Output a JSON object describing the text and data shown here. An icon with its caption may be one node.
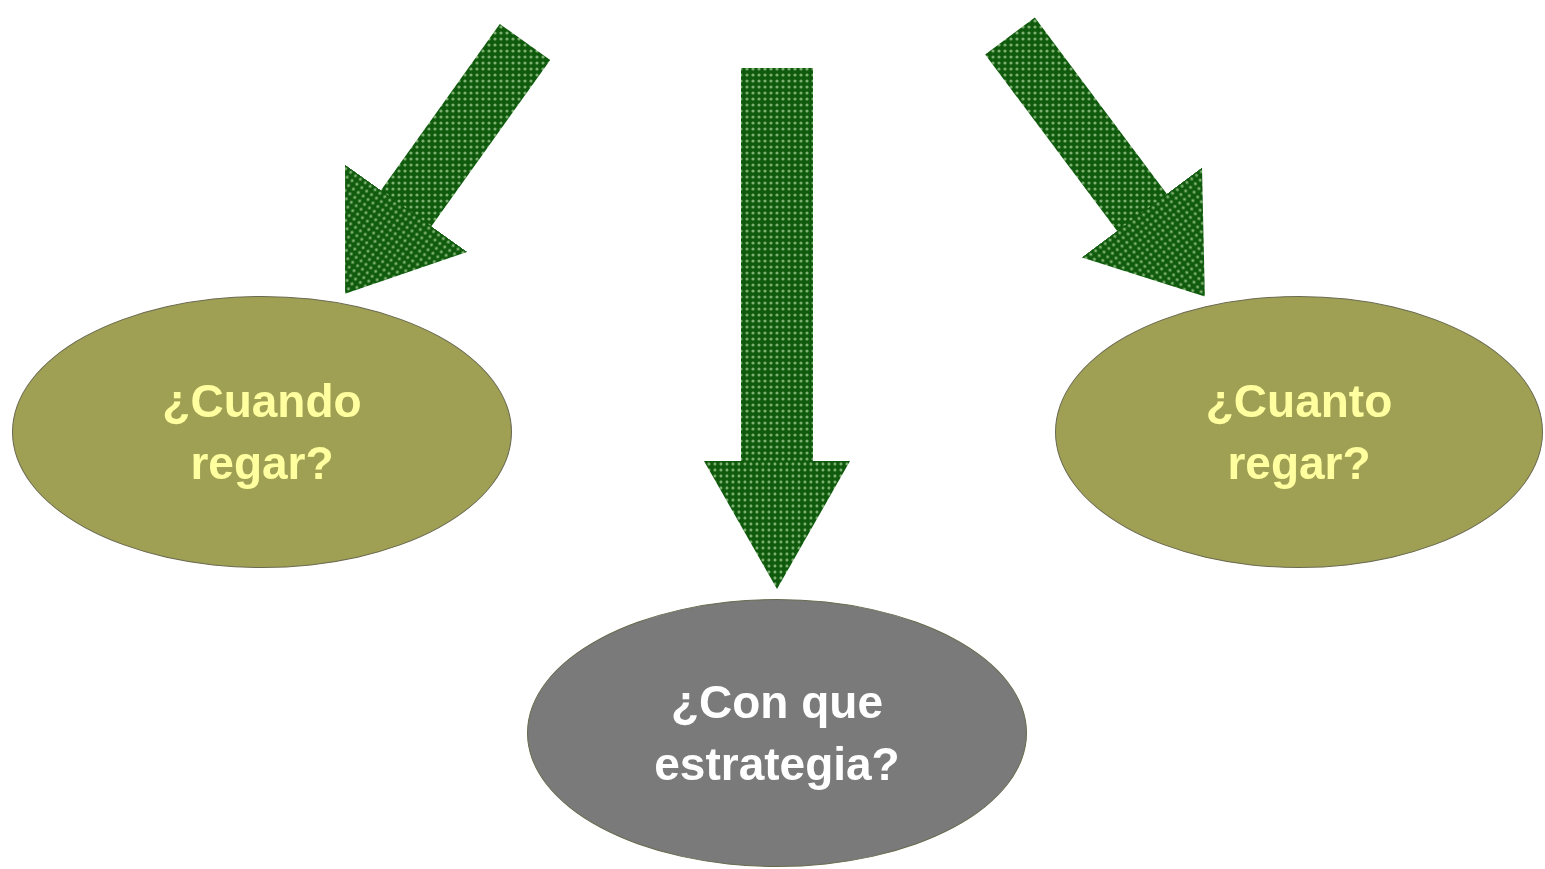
{
  "diagram": {
    "nodes": [
      {
        "text": [
          "¿Cuando regar?"
        ]
      },
      {
        "text": [
          "¿Cuanto regar?"
        ]
      },
      {
        "text": [
          "¿Con que estrategia?"
        ]
      }
    ],
    "edges": [
      {
        "from": null,
        "to": 0,
        "arrow": "to"
      },
      {
        "from": null,
        "to": 2,
        "arrow": "to"
      },
      {
        "from": null,
        "to": 1,
        "arrow": "to"
      }
    ]
  }
}
